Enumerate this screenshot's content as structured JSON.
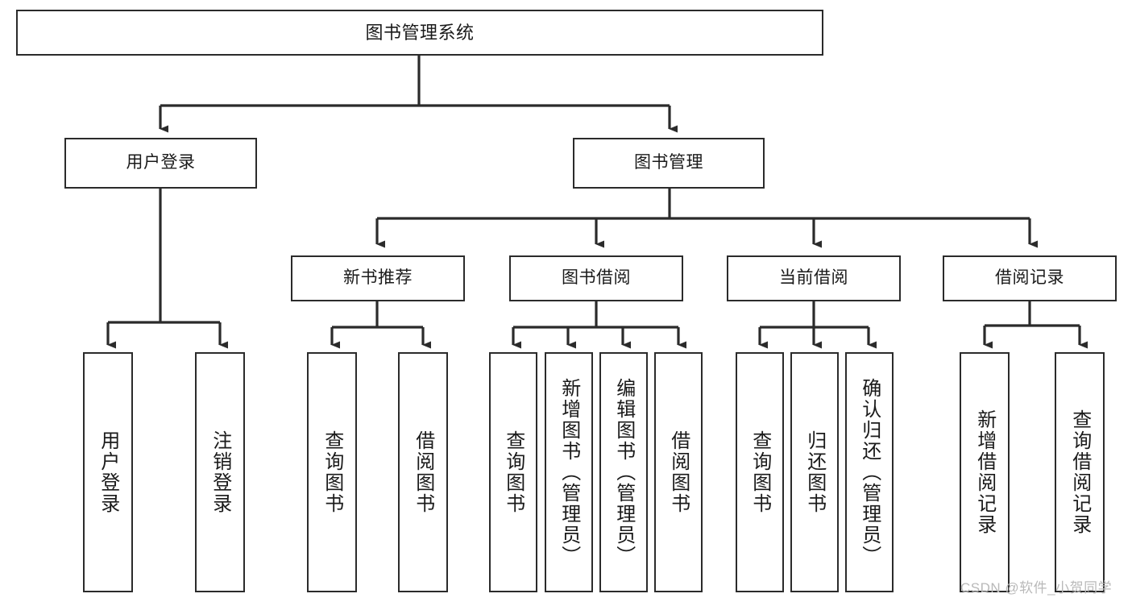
{
  "diagram": {
    "title": "图书管理系统",
    "type": "tree-hierarchy-chart",
    "colors": {
      "box_border": "#2b2b2b",
      "box_fill": "#ffffff",
      "connector": "#2b2b2b",
      "background": "#ffffff",
      "watermark": "#b9b9b9"
    },
    "root": {
      "label": "图书管理系统"
    },
    "level2": [
      {
        "label": "用户登录"
      },
      {
        "label": "图书管理"
      }
    ],
    "level3": [
      {
        "label": "新书推荐"
      },
      {
        "label": "图书借阅"
      },
      {
        "label": "当前借阅"
      },
      {
        "label": "借阅记录"
      }
    ],
    "leaves_user_login": [
      {
        "label": "用户登录"
      },
      {
        "label": "注销登录"
      }
    ],
    "leaves_new_book": [
      {
        "label": "查询图书"
      },
      {
        "label": "借阅图书"
      }
    ],
    "leaves_borrow": [
      {
        "label": "查询图书"
      },
      {
        "label": "新增图书（管理员）"
      },
      {
        "label": "编辑图书（管理员）"
      },
      {
        "label": "借阅图书"
      }
    ],
    "leaves_current": [
      {
        "label": "查询图书"
      },
      {
        "label": "归还图书"
      },
      {
        "label": "确认归还（管理员）"
      }
    ],
    "leaves_records": [
      {
        "label": "新增借阅记录"
      },
      {
        "label": "查询借阅记录"
      }
    ]
  },
  "watermark": {
    "text": "CSDN @软件_小贺同学"
  }
}
